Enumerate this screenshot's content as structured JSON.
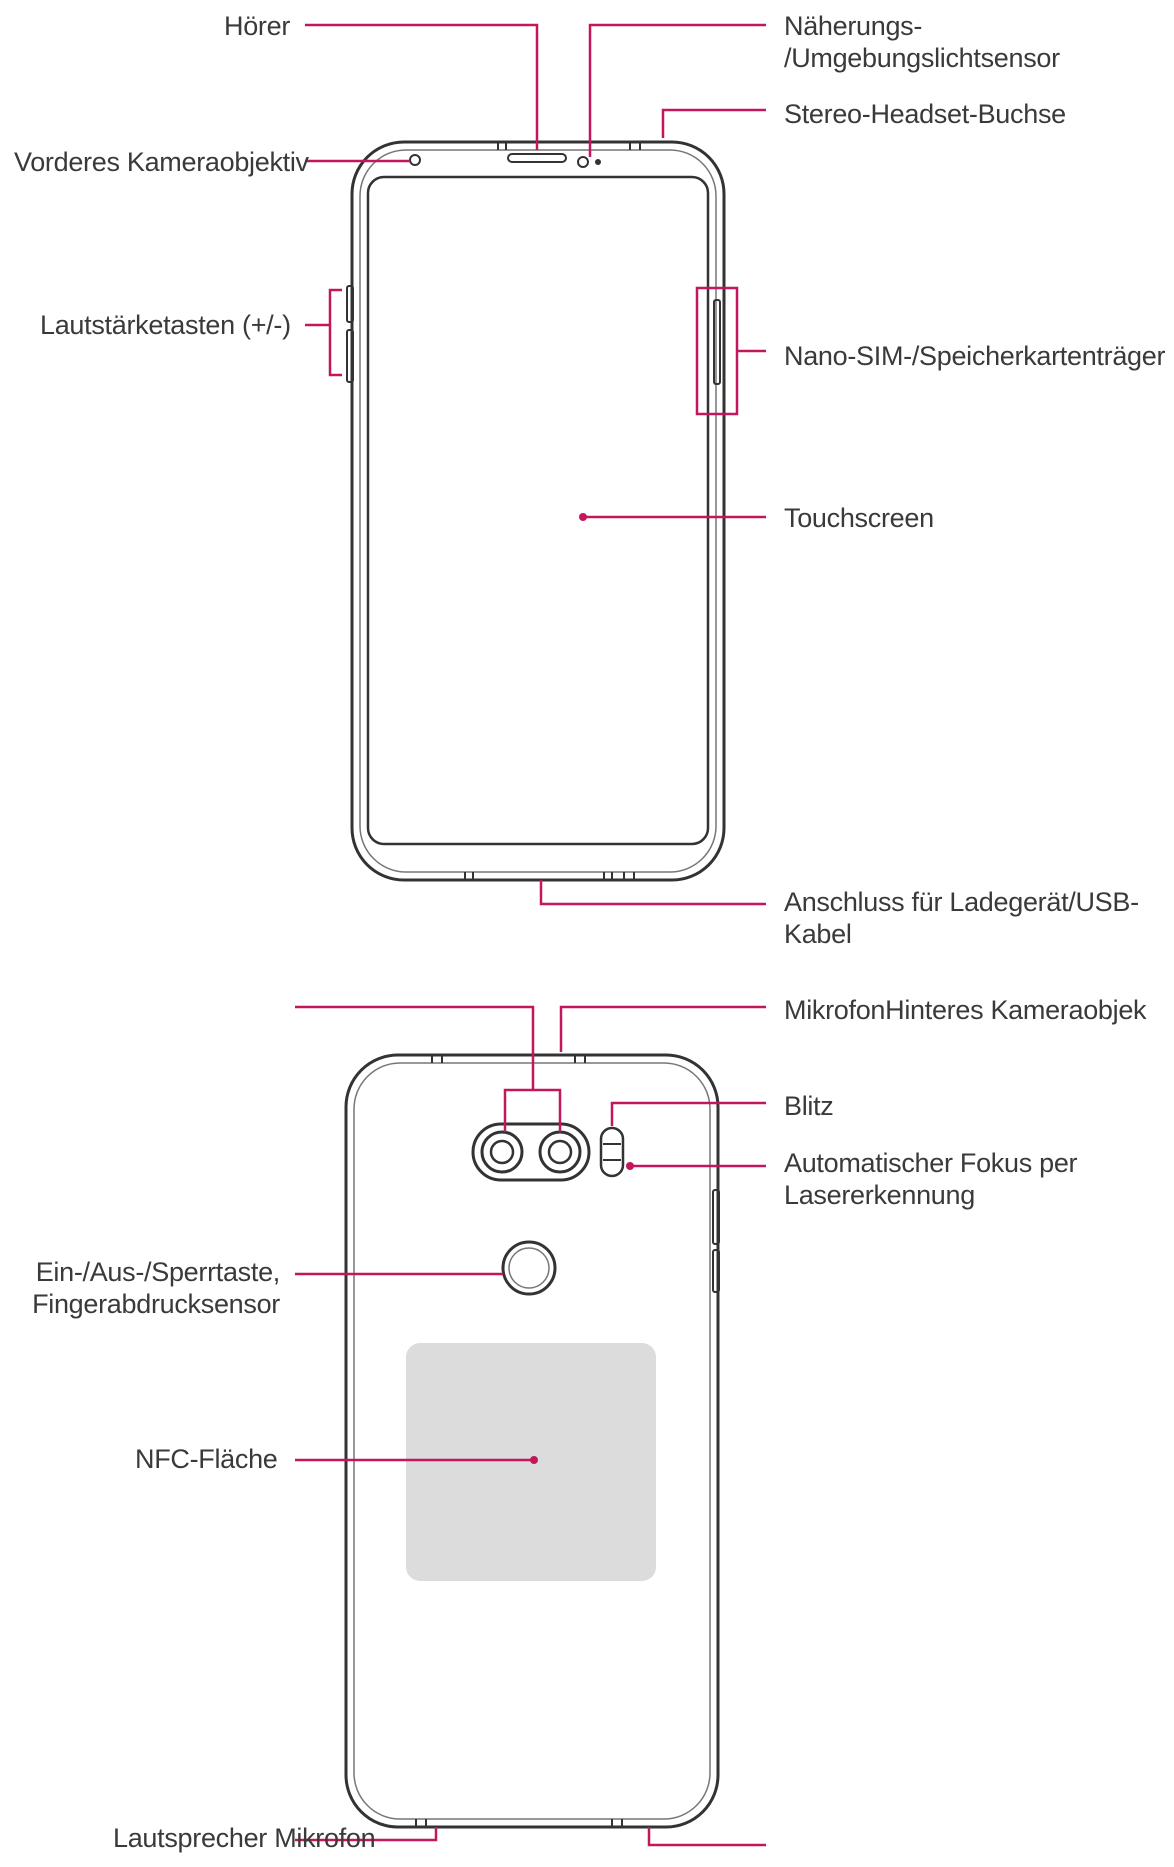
{
  "accent_color": "#c2185b",
  "labels": {
    "hoerer": "Hörer",
    "naeherung_1": "Näherungs-",
    "naeherung_2": "/Umgebungslichtsensor",
    "headset": "Stereo-Headset-Buchse",
    "front_camera": "Vorderes Kameraobjektiv",
    "volume": "Lautstärketasten (+/-)",
    "sim": "Nano-SIM-/Speicherkartenträger",
    "touchscreen": "Touchscreen",
    "usb_1": "Anschluss für Ladegerät/USB-",
    "usb_2": "Kabel",
    "mic_rear_camera": "MikrofonHinteres Kameraobjek",
    "flash": "Blitz",
    "laser_1": "Automatischer Fokus per",
    "laser_2": "Lasererkennung",
    "power_1": "Ein-/Aus-/Sperrtaste,",
    "power_2": "Fingerabdrucksensor",
    "nfc": "NFC-Fläche",
    "speaker_mic": "Lautsprecher Mikrofon"
  }
}
